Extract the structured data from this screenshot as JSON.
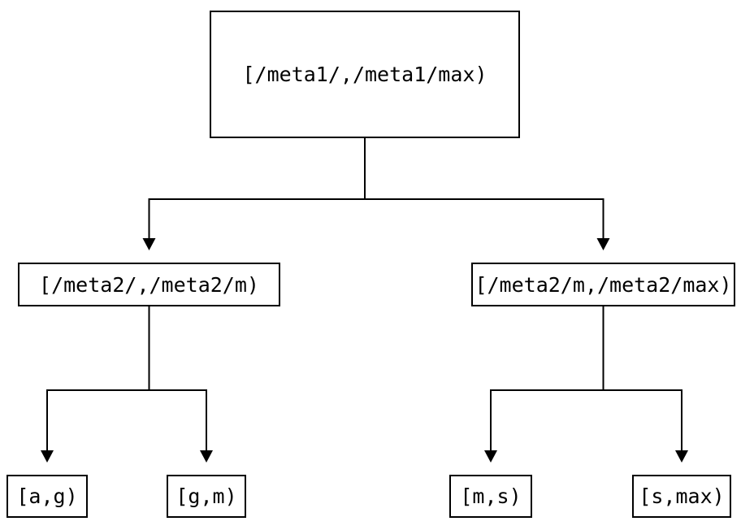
{
  "diagram": {
    "type": "tree",
    "background_color": "#ffffff",
    "line_color": "#000000",
    "box_border_color": "#000000",
    "text_color": "#000000",
    "nodes": {
      "root": {
        "label": "[/meta1/,/meta1/max)"
      },
      "left": {
        "label": "[/meta2/,/meta2/m)"
      },
      "right": {
        "label": "[/meta2/m,/meta2/max)"
      },
      "left_left": {
        "label": "[a,g)"
      },
      "left_right": {
        "label": "[g,m)"
      },
      "right_left": {
        "label": "[m,s)"
      },
      "right_right": {
        "label": "[s,max)"
      }
    },
    "edges": [
      {
        "from": "[/meta1/,/meta1/max)",
        "to": "[/meta2/,/meta2/m)"
      },
      {
        "from": "[/meta1/,/meta1/max)",
        "to": "[/meta2/m,/meta2/max)"
      },
      {
        "from": "[/meta2/,/meta2/m)",
        "to": "[a,g)"
      },
      {
        "from": "[/meta2/,/meta2/m)",
        "to": "[g,m)"
      },
      {
        "from": "[/meta2/m,/meta2/max)",
        "to": "[m,s)"
      },
      {
        "from": "[/meta2/m,/meta2/max)",
        "to": "[s,max)"
      }
    ]
  }
}
